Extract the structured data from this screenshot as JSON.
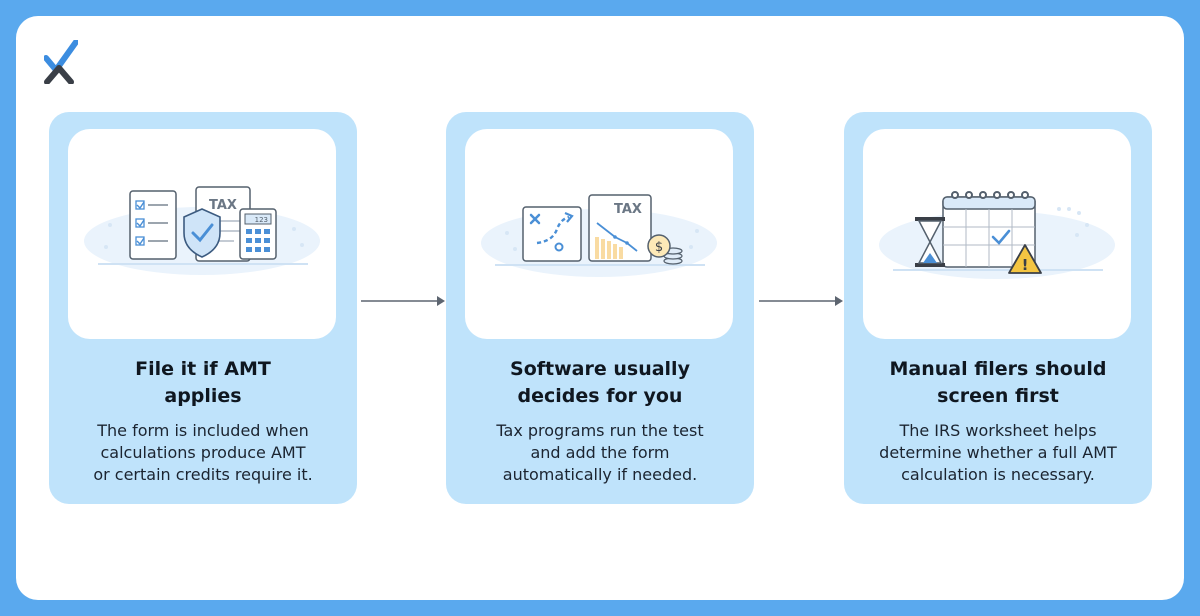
{
  "steps": [
    {
      "title_line1": "File it if AMT",
      "title_line2": "applies",
      "body_lines": [
        "The form is included when",
        "calculations produce AMT",
        "or certain credits require it."
      ],
      "illustration": "checklist-shield-tax-calculator",
      "illustration_text": {
        "form_label": "TAX",
        "calc_display": "123"
      }
    },
    {
      "title_line1": "Software usually",
      "title_line2": "decides for you",
      "body_lines": [
        "Tax programs run the test",
        "and add the form",
        "automatically if needed."
      ],
      "illustration": "strategy-board-tax-chart-coins",
      "illustration_text": {
        "form_label": "TAX",
        "coin_symbol": "$"
      }
    },
    {
      "title_line1": "Manual filers should",
      "title_line2": "screen first",
      "body_lines": [
        "The IRS worksheet helps",
        "determine whether a full AMT",
        "calculation is necessary."
      ],
      "illustration": "hourglass-calendar-warning",
      "illustration_text": {
        "warning_symbol": "!"
      }
    }
  ],
  "colors": {
    "frame": "#5aa9ee",
    "card": "#bfe3fb",
    "accent_blue": "#4a8fd6",
    "text": "#0f1720",
    "warning": "#f4c542"
  },
  "icons": [
    "brand-logo-icon",
    "arrow-right-icon"
  ]
}
